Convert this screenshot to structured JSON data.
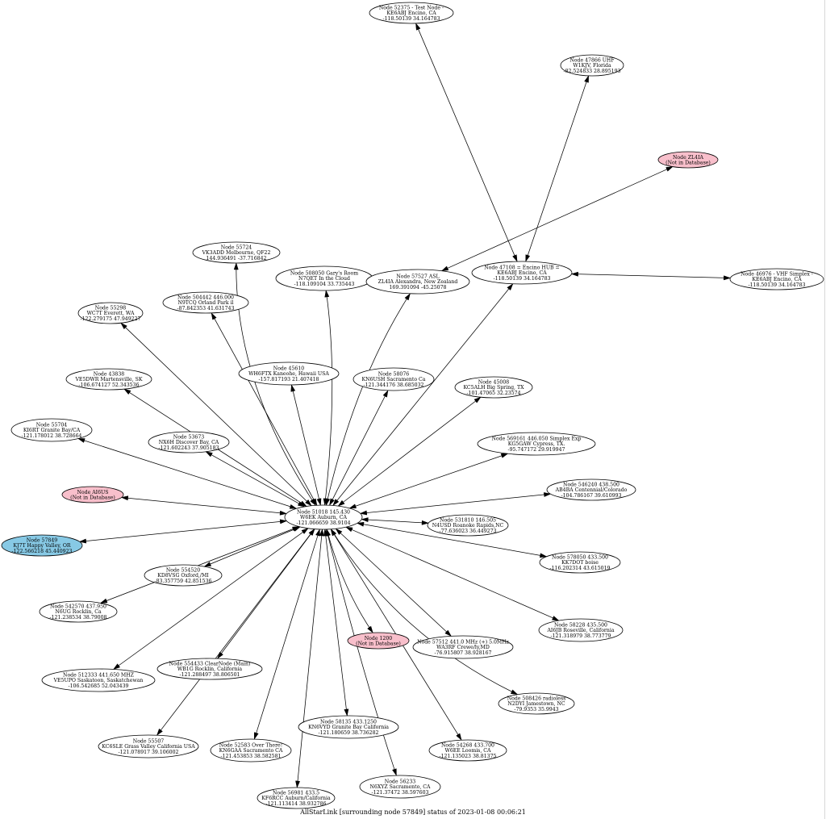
{
  "caption": "AllStarLink [surrounding node 57849] status of 2023-01-08 00:06:21",
  "colors": {
    "not_in_db": "#f8bfcb",
    "focus": "#87c9e5",
    "default": "#ffffff"
  },
  "nodes": [
    {
      "id": "51018",
      "lines": [
        "Node 51018 145.430",
        "W6EK Auburn, CA",
        "-121.066659 38.9104"
      ],
      "fill": "default"
    },
    {
      "id": "52375",
      "lines": [
        "Node 52375 - Test Node -",
        "KE6ABJ Encino, CA",
        "-118.50139 34.164783"
      ],
      "fill": "default"
    },
    {
      "id": "47866",
      "lines": [
        "Node 47866 UHF",
        "W1KJV, Florida",
        "-82.524833 28.895193"
      ],
      "fill": "default"
    },
    {
      "id": "ZL4IA",
      "lines": [
        "Node ZL4IA",
        "(Not in Database)"
      ],
      "fill": "not_in_db"
    },
    {
      "id": "55724",
      "lines": [
        "Node 55724",
        "VK3ADD Melbourne, QF22",
        "144.936491 -37.716842"
      ],
      "fill": "default"
    },
    {
      "id": "508050",
      "lines": [
        "Node 508050 Gary's Room",
        "N7QET In the Cloud",
        "-118.109104 33.735443"
      ],
      "fill": "default"
    },
    {
      "id": "57527",
      "lines": [
        "Node 57527 ASL",
        "ZL4IA Alexandra, New Zealand",
        "169.391094 -45.25078"
      ],
      "fill": "default"
    },
    {
      "id": "47108",
      "lines": [
        "Node 47108 = Encino HUB =",
        "KE6ABJ Encino, CA",
        "-118.50139 34.164783"
      ],
      "fill": "default"
    },
    {
      "id": "46976",
      "lines": [
        "Node 46976 - VHF Simplex -",
        "KE6ABJ Encino, CA",
        "-118.50139 34.164783"
      ],
      "fill": "default"
    },
    {
      "id": "55298",
      "lines": [
        "Node 55298",
        "WC7T Everett, WA",
        "-122.279175 47.949227"
      ],
      "fill": "default"
    },
    {
      "id": "504442",
      "lines": [
        "Node 504442 446.000",
        "N9TCQ Orland Park il",
        "-87.842353 41.631743"
      ],
      "fill": "default"
    },
    {
      "id": "45610",
      "lines": [
        "Node 45610",
        "WH6FTX Kaneohe, Hawaii USA",
        "-157.817193 21.407418"
      ],
      "fill": "default"
    },
    {
      "id": "58076",
      "lines": [
        "Node 58076",
        "KN6USH Sacramento Ca",
        "-121.344176 38.685032"
      ],
      "fill": "default"
    },
    {
      "id": "43838",
      "lines": [
        "Node 43838",
        "VE5DWR Martensville, SK",
        "-106.674127 52.343536"
      ],
      "fill": "default"
    },
    {
      "id": "45008",
      "lines": [
        "Node 45008",
        "KC5ALH Big Spring, TX",
        "-101.47065 32.23574"
      ],
      "fill": "default"
    },
    {
      "id": "55704",
      "lines": [
        "Node 55704",
        "KI6RT Granite Bay/CA",
        "-121.178012 38.728664"
      ],
      "fill": "default"
    },
    {
      "id": "53673",
      "lines": [
        "Node 53673",
        "NX6H Discover Bay, CA",
        "-121.602243 37.905183"
      ],
      "fill": "default"
    },
    {
      "id": "569161",
      "lines": [
        "Node 569161 446.050 Simplex Exp",
        "KG5GAW Cypress, TX.",
        "-95.747172 29.919947"
      ],
      "fill": "default"
    },
    {
      "id": "AI6US",
      "lines": [
        "Node AI6US",
        "(Not in Database)"
      ],
      "fill": "not_in_db"
    },
    {
      "id": "546240",
      "lines": [
        "Node 546240 438.500",
        "AB4BA Centennial/Colorado",
        "-104.786167 39.610993"
      ],
      "fill": "default"
    },
    {
      "id": "531810",
      "lines": [
        "Node 531810 146.505",
        "N4USD Roanoke Rapids,NC",
        "-77.636023 36.449273"
      ],
      "fill": "default"
    },
    {
      "id": "57849",
      "lines": [
        "Node 57849",
        "KJ7T Happy Valley, OR",
        "-122.566218 45.440923"
      ],
      "fill": "focus"
    },
    {
      "id": "554520",
      "lines": [
        "Node 554520",
        "KD8VSG Oxford,/MI",
        "-83.357759 42.851536"
      ],
      "fill": "default"
    },
    {
      "id": "578050",
      "lines": [
        "Node 578050 433.500",
        "KK7DOT boise",
        "-116.202314 43.615019"
      ],
      "fill": "default"
    },
    {
      "id": "542570",
      "lines": [
        "Node 542570 437.950",
        "N6UG Rocklin, Ca",
        "-121.238534 38.79008"
      ],
      "fill": "default"
    },
    {
      "id": "58228",
      "lines": [
        "Node 58228 435.500",
        "AI6JB Roseville, California",
        "-121.318979 38.773779"
      ],
      "fill": "default"
    },
    {
      "id": "1200",
      "lines": [
        "Node 1200",
        "(Not in Database)"
      ],
      "fill": "not_in_db"
    },
    {
      "id": "57512",
      "lines": [
        "Node 57512 441.0 MHz (+) 5.0MHz",
        "WA3RF Crewe/ly,MD",
        "-76.915807 38.928167"
      ],
      "fill": "default"
    },
    {
      "id": "512333",
      "lines": [
        "Node 512333 441.650 MHZ",
        "VE5UPO Saskatoon, Saskatchewan",
        "-106.542685 52.043439"
      ],
      "fill": "default"
    },
    {
      "id": "554433",
      "lines": [
        "Node 554433 ClearNode (Main)",
        "WB1G Rocklin, California",
        "-121.288497 38.806501"
      ],
      "fill": "default"
    },
    {
      "id": "508426",
      "lines": [
        "Node 508426 radioless",
        "N2DYI Jamestown, NC",
        "-79.9353 35.9943"
      ],
      "fill": "default"
    },
    {
      "id": "55507",
      "lines": [
        "Node 55507",
        "KC6SLE Grass Valley California USA",
        "-121.078917 39.106002"
      ],
      "fill": "default"
    },
    {
      "id": "52583",
      "lines": [
        "Node 52583 Over There!",
        "KN6GAA Sacramento CA",
        "-121.453853 38.582581"
      ],
      "fill": "default"
    },
    {
      "id": "58135",
      "lines": [
        "Node 58135 433.1250",
        "KN6VYD Granite Bay California",
        "-121.180659 38.736282"
      ],
      "fill": "default"
    },
    {
      "id": "54268",
      "lines": [
        "Node 54268 433.700",
        "W6EE Loomis, CA",
        "-121.135023 38.81375"
      ],
      "fill": "default"
    },
    {
      "id": "56233",
      "lines": [
        "Node 56233",
        "N6XYZ Sacramento, CA",
        "-121.37472 38.597603"
      ],
      "fill": "default"
    },
    {
      "id": "56981",
      "lines": [
        "Node 56981 433.5",
        "KF6RCC Auburn/California",
        "-121.113414 38.932786"
      ],
      "fill": "default"
    }
  ],
  "edges": [
    {
      "from": "52375",
      "to": "47108",
      "dir": "both"
    },
    {
      "from": "47866",
      "to": "47108",
      "dir": "both"
    },
    {
      "from": "ZL4IA",
      "to": "57527",
      "dir": "both"
    },
    {
      "from": "47108",
      "to": "46976",
      "dir": "both"
    },
    {
      "from": "51018",
      "to": "55724",
      "dir": "both"
    },
    {
      "from": "51018",
      "to": "508050",
      "dir": "both"
    },
    {
      "from": "51018",
      "to": "57527",
      "dir": "both"
    },
    {
      "from": "51018",
      "to": "47108",
      "dir": "both"
    },
    {
      "from": "51018",
      "to": "55298",
      "dir": "both"
    },
    {
      "from": "51018",
      "to": "504442",
      "dir": "both"
    },
    {
      "from": "51018",
      "to": "45610",
      "dir": "both"
    },
    {
      "from": "51018",
      "to": "58076",
      "dir": "both"
    },
    {
      "from": "51018",
      "to": "43838",
      "dir": "both"
    },
    {
      "from": "51018",
      "to": "45008",
      "dir": "both"
    },
    {
      "from": "51018",
      "to": "55704",
      "dir": "both"
    },
    {
      "from": "51018",
      "to": "53673",
      "dir": "both"
    },
    {
      "from": "51018",
      "to": "569161",
      "dir": "both"
    },
    {
      "from": "51018",
      "to": "AI6US",
      "dir": "both"
    },
    {
      "from": "51018",
      "to": "546240",
      "dir": "both"
    },
    {
      "from": "51018",
      "to": "531810",
      "dir": "both"
    },
    {
      "from": "51018",
      "to": "57849",
      "dir": "both"
    },
    {
      "from": "51018",
      "to": "554520",
      "dir": "both"
    },
    {
      "from": "51018",
      "to": "578050",
      "dir": "both"
    },
    {
      "from": "51018",
      "to": "542570",
      "dir": "both"
    },
    {
      "from": "51018",
      "to": "58228",
      "dir": "both"
    },
    {
      "from": "51018",
      "to": "1200",
      "dir": "both"
    },
    {
      "from": "51018",
      "to": "57512",
      "dir": "both"
    },
    {
      "from": "51018",
      "to": "512333",
      "dir": "both"
    },
    {
      "from": "51018",
      "to": "554433",
      "dir": "both"
    },
    {
      "from": "51018",
      "to": "508426",
      "dir": "both"
    },
    {
      "from": "51018",
      "to": "55507",
      "dir": "both"
    },
    {
      "from": "51018",
      "to": "52583",
      "dir": "both"
    },
    {
      "from": "51018",
      "to": "58135",
      "dir": "both"
    },
    {
      "from": "51018",
      "to": "54268",
      "dir": "both"
    },
    {
      "from": "51018",
      "to": "56233",
      "dir": "both"
    },
    {
      "from": "51018",
      "to": "56981",
      "dir": "both"
    }
  ]
}
